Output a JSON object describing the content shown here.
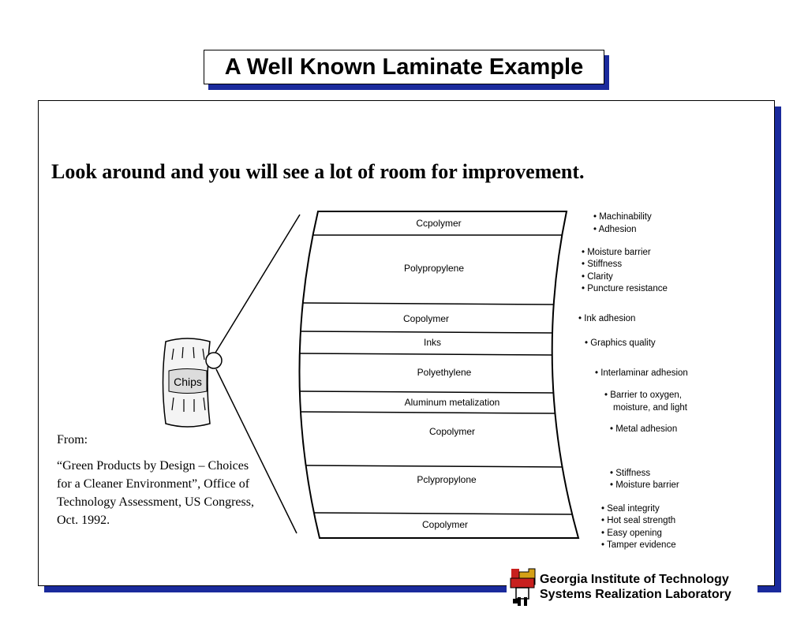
{
  "slide": {
    "title": "A Well Known Laminate Example",
    "headline": "Look around and you will see a lot of room for improvement."
  },
  "diagram": {
    "package_label": "Chips",
    "layers": [
      {
        "name": "Ccpolymer",
        "properties": [
          "• Machinability",
          "• Adhesion"
        ]
      },
      {
        "name": "Polypropylene",
        "properties": [
          "• Moisture barrier",
          "• Stiffness",
          "• Clarity",
          "• Puncture resistance"
        ]
      },
      {
        "name": "Copolymer",
        "properties": [
          "• Ink adhesion"
        ]
      },
      {
        "name": "Inks",
        "properties": [
          "• Graphics quality"
        ]
      },
      {
        "name": "Polyethylene",
        "properties": [
          "• Interlaminar adhesion"
        ]
      },
      {
        "name": "Aluminum metalization",
        "properties": [
          "• Barrier to oxygen,",
          "moisture, and light"
        ]
      },
      {
        "name": "Copolymer",
        "properties": [
          "• Metal adhesion"
        ]
      },
      {
        "name": "Pclypropylone",
        "properties": [
          "• Stiffness",
          "• Moisture barrier"
        ]
      },
      {
        "name": "Copolymer",
        "properties": [
          "• Seal integrity",
          "• Hot seal strength",
          "• Easy opening",
          "• Tamper evidence"
        ]
      }
    ]
  },
  "source": {
    "label": "From:",
    "citation": "“Green Products by Design – Choices for a Cleaner Environment”, Office of Technology Assessment, US Congress, Oct. 1992."
  },
  "footer": {
    "line1": "Georgia Institute of Technology",
    "line2": "Systems Realization Laboratory"
  },
  "colors": {
    "shadow": "#1a2a9c",
    "logo_red": "#c8201e",
    "logo_gold": "#d4a017"
  }
}
